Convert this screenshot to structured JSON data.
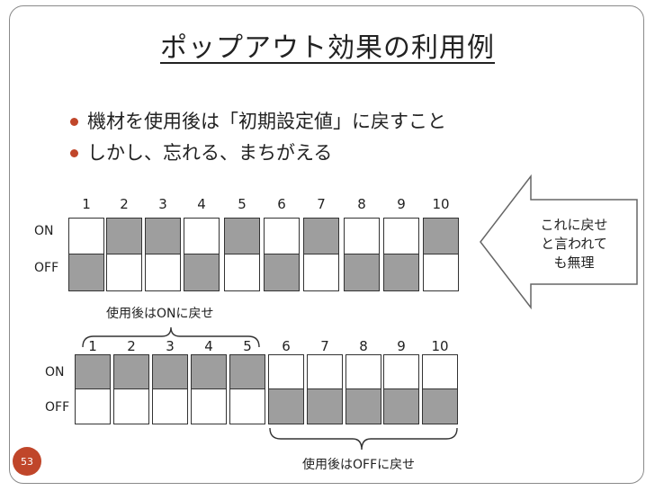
{
  "slide": {
    "title": "ポップアウト効果の利用例",
    "bullets": [
      "機材を使用後は「初期設定値」に戻すこと",
      "しかし、忘れる、まちがえる"
    ],
    "page_number": "53",
    "accent_color": "#c0462a",
    "switch_gray": "#9e9e9e"
  },
  "panel1": {
    "numbers": [
      "1",
      "2",
      "3",
      "4",
      "5",
      "6",
      "7",
      "8",
      "9",
      "10"
    ],
    "on_label": "ON",
    "off_label": "OFF",
    "states": [
      "on",
      "off",
      "off",
      "on",
      "off",
      "on",
      "off",
      "on",
      "on",
      "off"
    ]
  },
  "panel2": {
    "numbers": [
      "1",
      "2",
      "3",
      "4",
      "5",
      "6",
      "7",
      "8",
      "9",
      "10"
    ],
    "on_label": "ON",
    "off_label": "OFF",
    "states": [
      "off",
      "off",
      "off",
      "off",
      "off",
      "on",
      "on",
      "on",
      "on",
      "on"
    ],
    "note_on": "使用後はONに戻せ",
    "note_off": "使用後はOFFに戻せ"
  },
  "callout": {
    "text_lines": [
      "これに戻せ",
      "と言われて",
      "も無理"
    ]
  }
}
